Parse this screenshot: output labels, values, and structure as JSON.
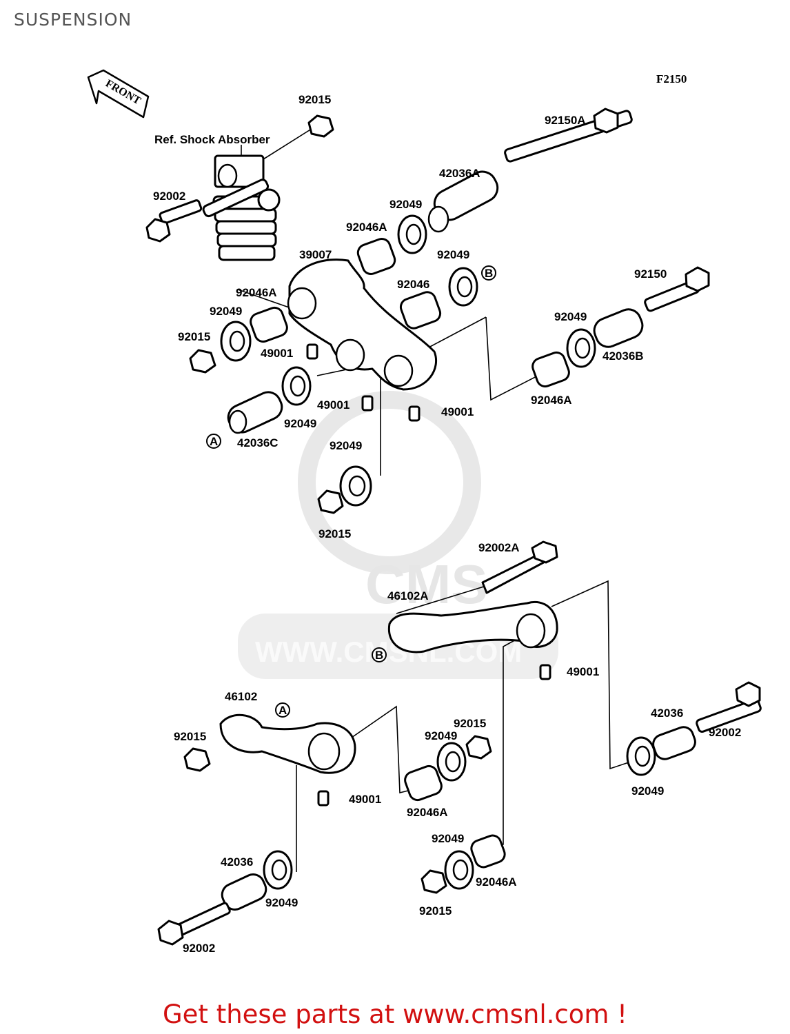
{
  "page": {
    "title": "SUSPENSION",
    "figure_code": "F2150"
  },
  "direction_arrow": {
    "label": "FRONT"
  },
  "watermark": {
    "primary": "CMS",
    "secondary": "WWW.CMSNL.COM"
  },
  "callouts": {
    "shock": "Ref. Shock Absorber",
    "ref_a": "A",
    "ref_b": "B"
  },
  "parts": {
    "p01": "92015",
    "p02": "92002",
    "p03": "92150A",
    "p04": "42036A",
    "p05": "92049",
    "p06": "92046A",
    "p07": "39007",
    "p08": "92049",
    "p09": "92046",
    "p10": "92150",
    "p11": "92046A",
    "p12": "92049",
    "p13": "92049",
    "p14": "42036B",
    "p15": "92015",
    "p16": "49001",
    "p17": "49001",
    "p18": "49001",
    "p19": "92049",
    "p20": "92046A",
    "p21": "42036C",
    "p22": "92049",
    "p23": "92015",
    "p24": "92002A",
    "p25": "46102A",
    "p26": "49001",
    "p27": "46102",
    "p28": "92015",
    "p29": "92015",
    "p30": "92049",
    "p31": "42036",
    "p32": "92002",
    "p33": "49001",
    "p34": "92046A",
    "p35": "92049",
    "p36": "92049",
    "p37": "42036",
    "p38": "92049",
    "p39": "92046A",
    "p40": "92015",
    "p41": "92002"
  },
  "footer": {
    "banner": "Get these parts at www.cmsnl.com !"
  },
  "colors": {
    "banner": "#d21010",
    "ink": "#000000",
    "watermark": "#e6e6e6",
    "title": "#555555"
  }
}
